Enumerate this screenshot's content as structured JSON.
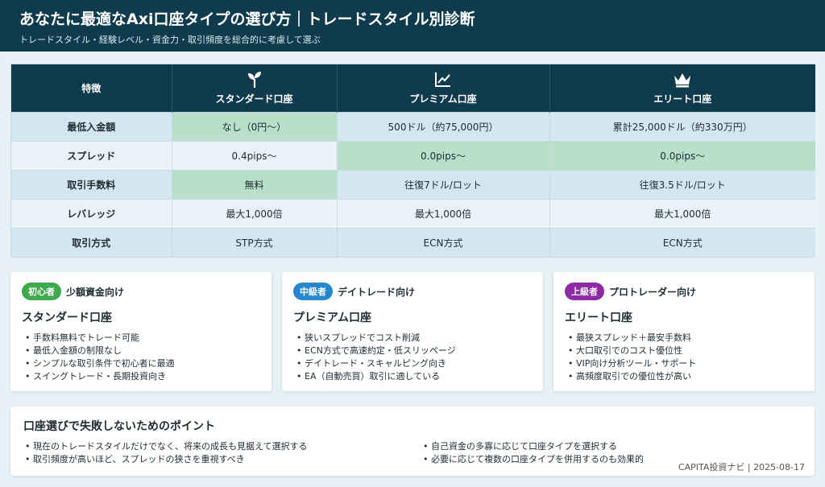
{
  "header": {
    "title": "あなたに最適なAxi口座タイプの選び方｜トレードスタイル別診断",
    "subtitle": "トレードスタイル・経験レベル・資金力・取引頻度を総合的に考慮して選ぶ"
  },
  "table": {
    "headers": {
      "feature": "特徴",
      "standard": "スタンダード口座",
      "premium": "プレミアム口座",
      "elite": "エリート口座"
    },
    "header_icons": [
      "sprout-icon",
      "chart-line-icon",
      "crown-icon"
    ],
    "rows": [
      {
        "feature": "最低入金額",
        "standard": "なし（0円〜）",
        "premium": "500ドル（約75,000円）",
        "elite": "累計25,000ドル（約330万円）"
      },
      {
        "feature": "スプレッド",
        "standard": "0.4pips〜",
        "premium": "0.0pips〜",
        "elite": "0.0pips〜"
      },
      {
        "feature": "取引手数料",
        "standard": "無料",
        "premium": "往復7ドル/ロット",
        "elite": "往復3.5ドル/ロット"
      },
      {
        "feature": "レバレッジ",
        "standard": "最大1,000倍",
        "premium": "最大1,000倍",
        "elite": "最大1,000倍"
      },
      {
        "feature": "取引方式",
        "standard": "STP方式",
        "premium": "ECN方式",
        "elite": "ECN方式"
      }
    ],
    "highlight_color": "#b7dfca"
  },
  "cards": [
    {
      "badge": "初心者",
      "badge_color": "#3fa94d",
      "target": "少額資金向け",
      "title": "スタンダード口座",
      "items": [
        "手数料無料でトレード可能",
        "最低入金額の制限なし",
        "シンプルな取引条件で初心者に最適",
        "スイングトレード・長期投資向き"
      ]
    },
    {
      "badge": "中級者",
      "badge_color": "#2588cf",
      "target": "デイトレード向け",
      "title": "プレミアム口座",
      "items": [
        "狭いスプレッドでコスト削減",
        "ECN方式で高速約定・低スリッページ",
        "デイトレード・スキャルピング向き",
        "EA（自動売買）取引に適している"
      ]
    },
    {
      "badge": "上級者",
      "badge_color": "#8e2aa6",
      "target": "プロトレーダー向け",
      "title": "エリート口座",
      "items": [
        "最狭スプレッド＋最安手数料",
        "大口取引でのコスト優位性",
        "VIP向け分析ツール・サポート",
        "高頻度取引での優位性が高い"
      ]
    }
  ],
  "points": {
    "title": "口座選びで失敗しないためのポイント",
    "left": [
      "現在のトレードスタイルだけでなく、将来の成長も見据えて選択する",
      "取引頻度が高いほど、スプレッドの狭さを重視すべき"
    ],
    "right": [
      "自己資金の多寡に応じて口座タイプを選択する",
      "必要に応じて複数の口座タイプを併用するのも効果的"
    ]
  },
  "footer": "CAPITA投資ナビ | 2025-08-17"
}
